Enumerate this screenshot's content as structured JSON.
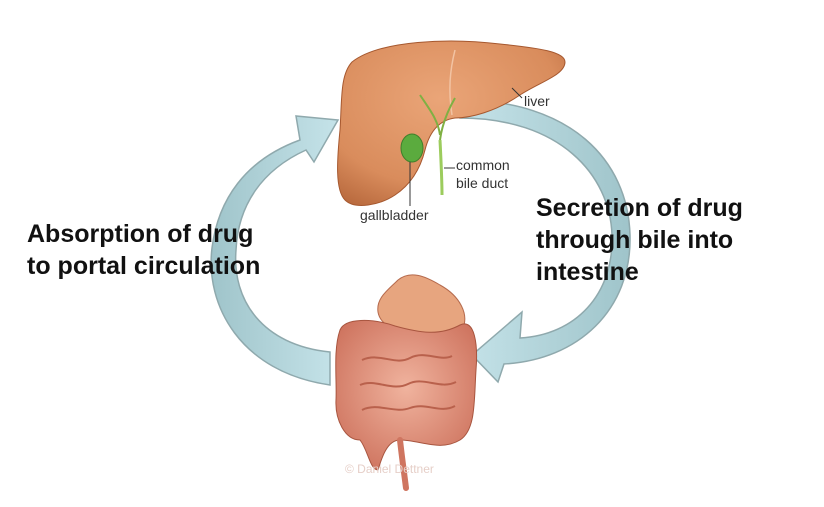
{
  "diagram": {
    "left_caption": [
      "Absorption of drug",
      "to portal circulation"
    ],
    "right_caption": [
      "Secretion of drug",
      "through bile into",
      "intestine"
    ],
    "organ_labels": {
      "liver": "liver",
      "common_bile_duct": [
        "common",
        "bile duct"
      ],
      "gallbladder": "gallbladder"
    },
    "watermark": "© Daniel Dettner"
  },
  "colors": {
    "arrow_fill": "#acd6de",
    "arrow_edge": "#8fa9ad",
    "liver": "#d98c5c",
    "gallbladder": "#5bab3e",
    "intestine": "#e08d76",
    "stomach": "#e7a57f"
  },
  "icons": [
    "liver-illustration",
    "gallbladder-illustration",
    "intestine-illustration",
    "circular-arrow"
  ]
}
